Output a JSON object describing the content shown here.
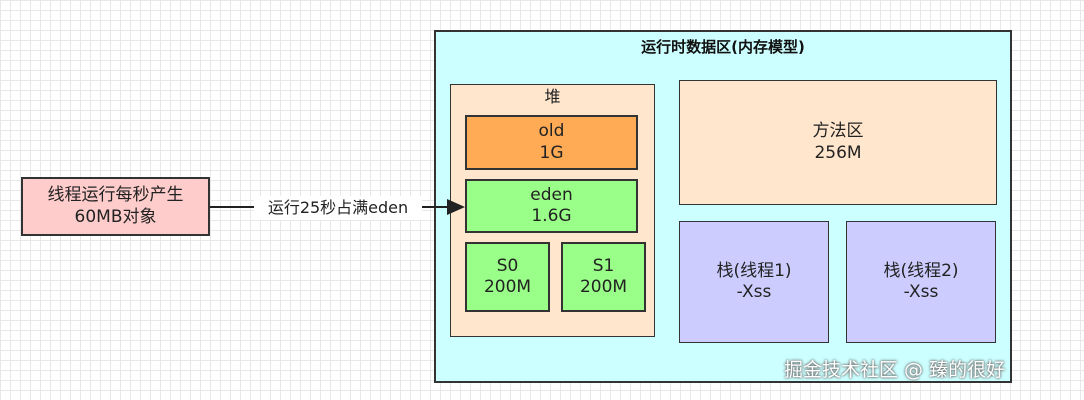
{
  "runtime_area": {
    "title": "运行时数据区(内存模型)",
    "heap": {
      "title": "堆",
      "old": {
        "name": "old",
        "size": "1G"
      },
      "eden": {
        "name": "eden",
        "size": "1.6G"
      },
      "s0": {
        "name": "S0",
        "size": "200M"
      },
      "s1": {
        "name": "S1",
        "size": "200M"
      }
    },
    "method_area": {
      "name": "方法区",
      "size": "256M"
    },
    "stack1": {
      "name": "栈(线程1)",
      "param": "-Xss"
    },
    "stack2": {
      "name": "栈(线程2)",
      "param": "-Xss"
    }
  },
  "thread_box": {
    "line1": "线程运行每秒产生",
    "line2": "60MB对象"
  },
  "arrow_label": "运行25秒占满eden",
  "watermark": "掘金技术社区 @ 臻的很好",
  "colors": {
    "runtime_bg": "#ccffff",
    "heap_bg": "#ffe6cc",
    "old_bg": "#ffaa55",
    "young_bg": "#99ff88",
    "stack_bg": "#ccccff",
    "thread_bg": "#ffcccc"
  }
}
